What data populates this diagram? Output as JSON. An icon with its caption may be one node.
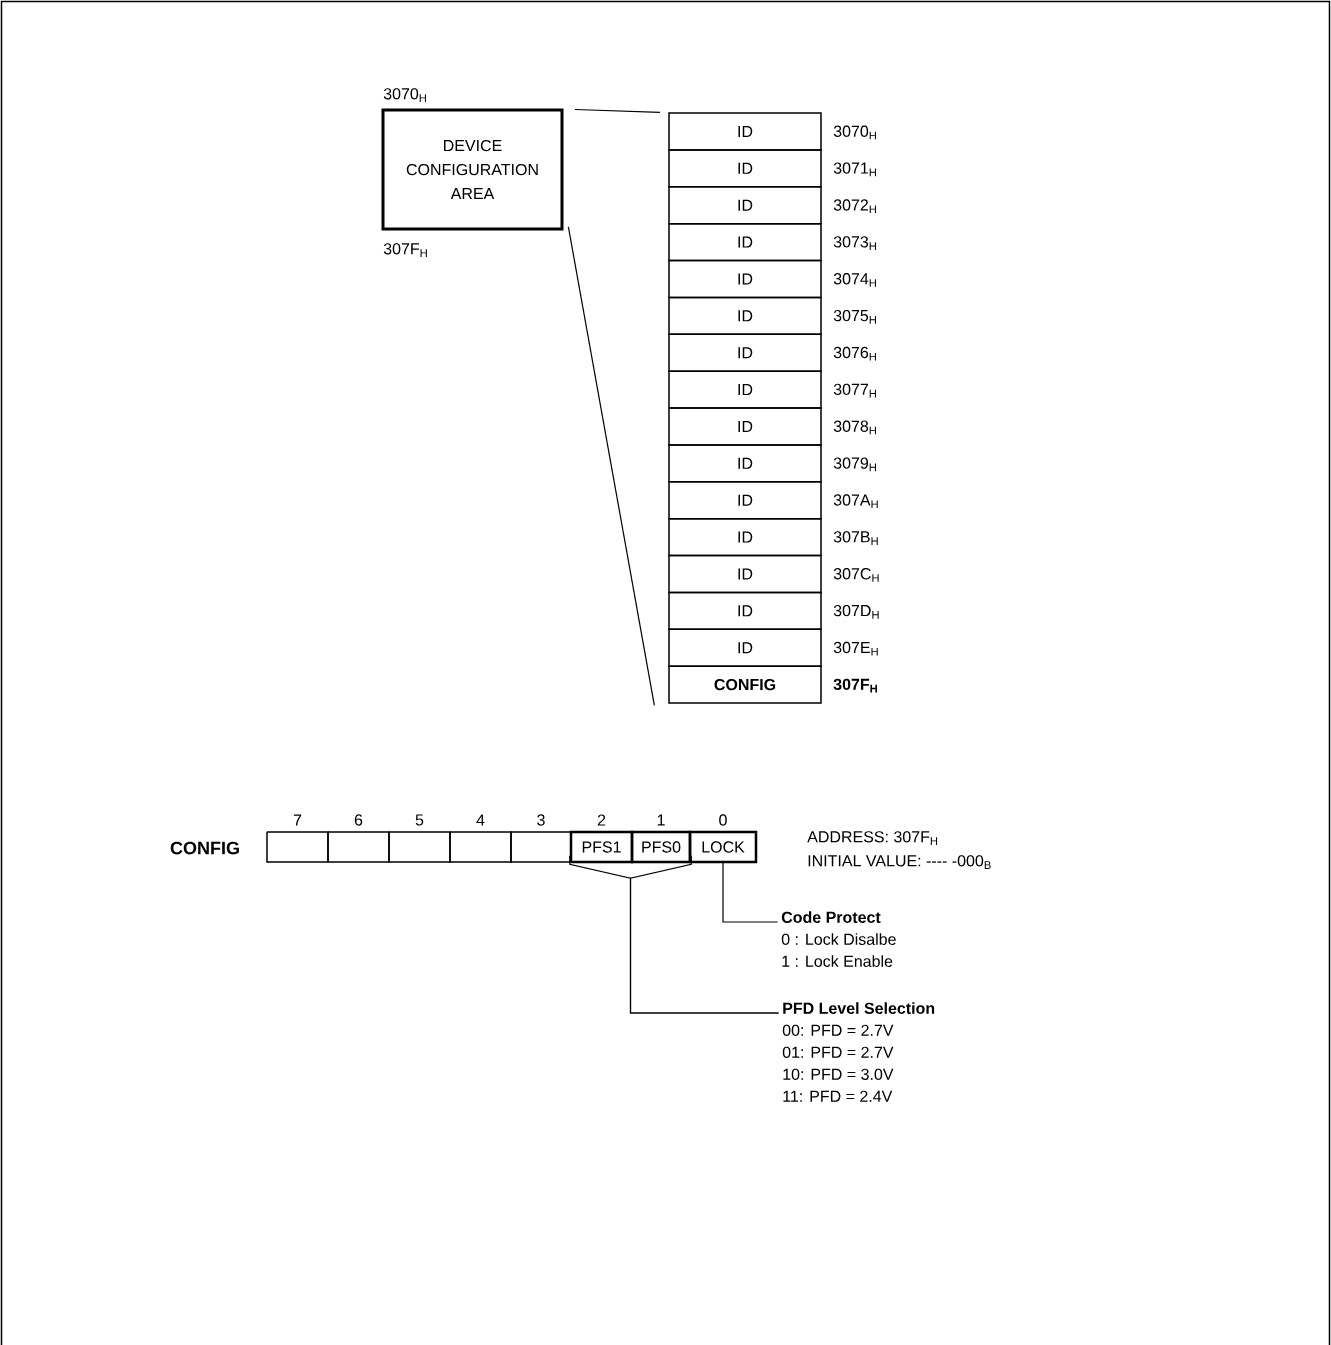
{
  "diagram": {
    "nodes": [
      {
        "text": [
          "DEVICE CONFIGURATION AREA"
        ],
        "beside": [
          "3070$_{H}$",
          "307F$_{H}$"
        ]
      },
      {
        "text": [
          "ID"
        ],
        "beside": [
          "3070$_{H}$"
        ]
      },
      {
        "text": [
          "ID"
        ],
        "beside": [
          "3071$_{H}$"
        ]
      },
      {
        "text": [
          "ID"
        ],
        "beside": [
          "3072$_{H}$"
        ]
      },
      {
        "text": [
          "ID"
        ],
        "beside": [
          "3073$_{H}$"
        ]
      },
      {
        "text": [
          "ID"
        ],
        "beside": [
          "3074$_{H}$"
        ]
      },
      {
        "text": [
          "ID"
        ],
        "beside": [
          "3075$_{H}$"
        ]
      },
      {
        "text": [
          "ID"
        ],
        "beside": [
          "3076$_{H}$"
        ]
      },
      {
        "text": [
          "ID"
        ],
        "beside": [
          "3077$_{H}$"
        ]
      },
      {
        "text": [
          "ID"
        ],
        "beside": [
          "3078$_{H}$"
        ]
      },
      {
        "text": [
          "ID"
        ],
        "beside": [
          "3079$_{H}$"
        ]
      },
      {
        "text": [
          "ID"
        ],
        "beside": [
          "307A$_{H}$"
        ]
      },
      {
        "text": [
          "ID"
        ],
        "beside": [
          "307B$_{H}$"
        ]
      },
      {
        "text": [
          "ID"
        ],
        "beside": [
          "307C$_{H}$"
        ]
      },
      {
        "text": [
          "ID"
        ],
        "beside": [
          "307D$_{H}$"
        ]
      },
      {
        "text": [
          "ID"
        ],
        "beside": [
          "307E$_{H}$"
        ]
      },
      {
        "text": [
          "CONFIG"
        ],
        "beside": [
          "307F$_{H}$"
        ]
      },
      {
        "text": [],
        "shape": "box"
      },
      {
        "text": [],
        "shape": "box"
      },
      {
        "text": [],
        "shape": "box"
      },
      {
        "text": [],
        "shape": "box"
      },
      {
        "text": [],
        "shape": "box"
      },
      {
        "text": [
          "PFS1"
        ]
      },
      {
        "text": [
          "PFS0"
        ]
      },
      {
        "text": [
          "LOCK"
        ]
      },
      {
        "text": [
          "Code Protect",
          "0 : Lock Disalbe",
          "1 : Lock Enable"
        ]
      },
      {
        "text": [
          "PFD Level Selection",
          "00: PFD = 2.7V",
          "01: PFD = 2.7V",
          "10: PFD = 3.0V",
          "11: PFD = 2.4V"
        ]
      }
    ],
    "edges": [
      {
        "from": 0,
        "to": 1,
        "arrow": "none"
      },
      {
        "from": 0,
        "to": 16,
        "arrow": "none"
      },
      {
        "from": 24,
        "to": 25,
        "arrow": "none"
      },
      {
        "from": 22,
        "to": 26,
        "arrow": "none"
      },
      {
        "from": 23,
        "to": 26,
        "arrow": "none"
      }
    ],
    "labels": [
      "CONFIG",
      "7",
      "6",
      "5",
      "4",
      "3",
      "2",
      "1",
      "0",
      "ADDRESS: 307F$_{H}$",
      "INITIAL VALUE: ---- -000$_{B}$"
    ]
  }
}
